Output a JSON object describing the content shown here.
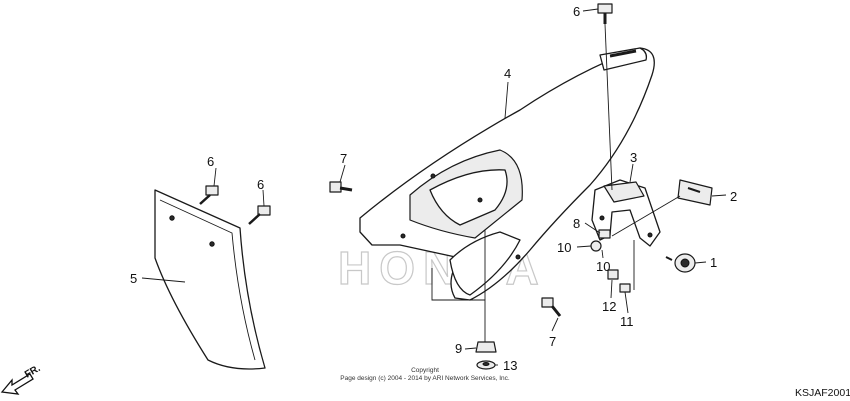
{
  "callouts": {
    "c1": "1",
    "c2": "2",
    "c3": "3",
    "c4": "4",
    "c5": "5",
    "c6a": "6",
    "c6b": "6",
    "c6c": "6",
    "c7a": "7",
    "c7b": "7",
    "c8": "8",
    "c9": "9",
    "c10a": "10",
    "c10b": "10",
    "c11": "11",
    "c12": "12",
    "c13": "13"
  },
  "watermark": "HONDA",
  "copyright": {
    "line1": "Copyright",
    "line2": "Page design (c) 2004 - 2014 by ARI Network Services, Inc."
  },
  "diagram_code": "KSJAF2001",
  "direction_label": "FR.",
  "colors": {
    "ink": "#1a1a1a",
    "watermark_outline": "#c8c8c8",
    "background": "#ffffff"
  }
}
